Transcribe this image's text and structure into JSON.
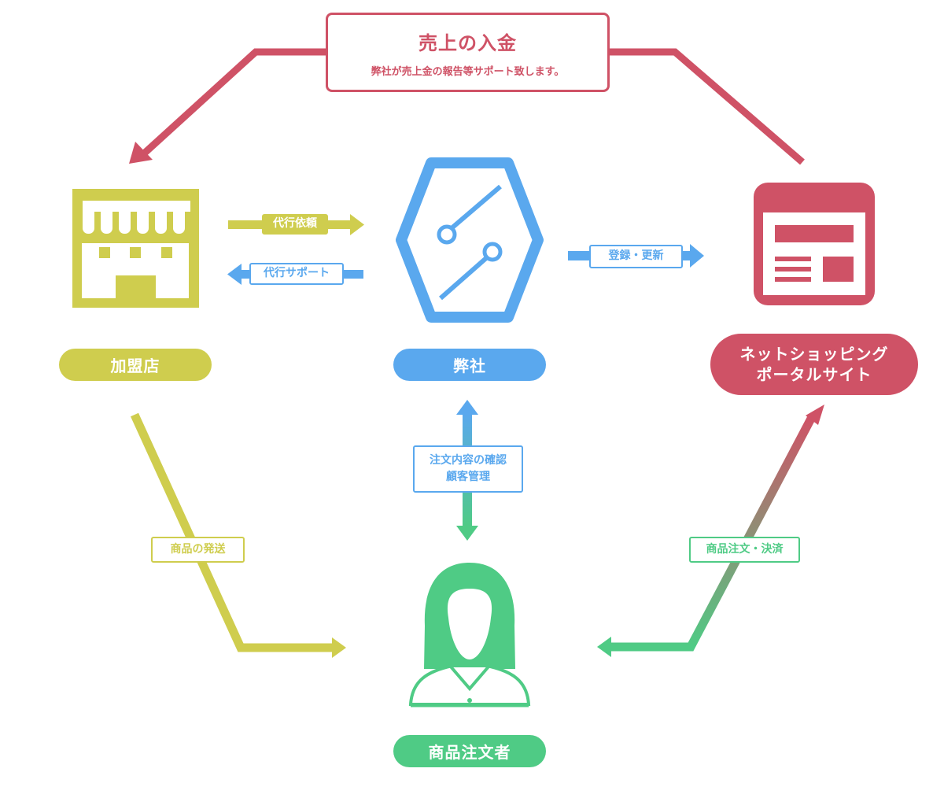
{
  "colors": {
    "red": "#CF5266",
    "blue": "#5AA8EE",
    "olive": "#CFCD4E",
    "green": "#4FCB85"
  },
  "top_box": {
    "title": "売上の入金",
    "subtitle": "弊社が売上金の報告等サポート致します。"
  },
  "nodes": {
    "store": {
      "label": "加盟店",
      "icon": "storefront-icon"
    },
    "company": {
      "label": "弊社",
      "icon": "circuit-hexagon-icon"
    },
    "portal": {
      "label_line1": "ネットショッピング",
      "label_line2": "ポータルサイト",
      "icon": "webpage-icon"
    },
    "customer": {
      "label": "商品注文者",
      "icon": "woman-avatar-icon"
    }
  },
  "flows": {
    "agency_request": "代行依頼",
    "agency_support": "代行サポート",
    "register_update": "登録・更新",
    "order_check_line1": "注文内容の確認",
    "order_check_line2": "顧客管理",
    "shipping": "商品の発送",
    "order_payment": "商品注文・決済"
  }
}
